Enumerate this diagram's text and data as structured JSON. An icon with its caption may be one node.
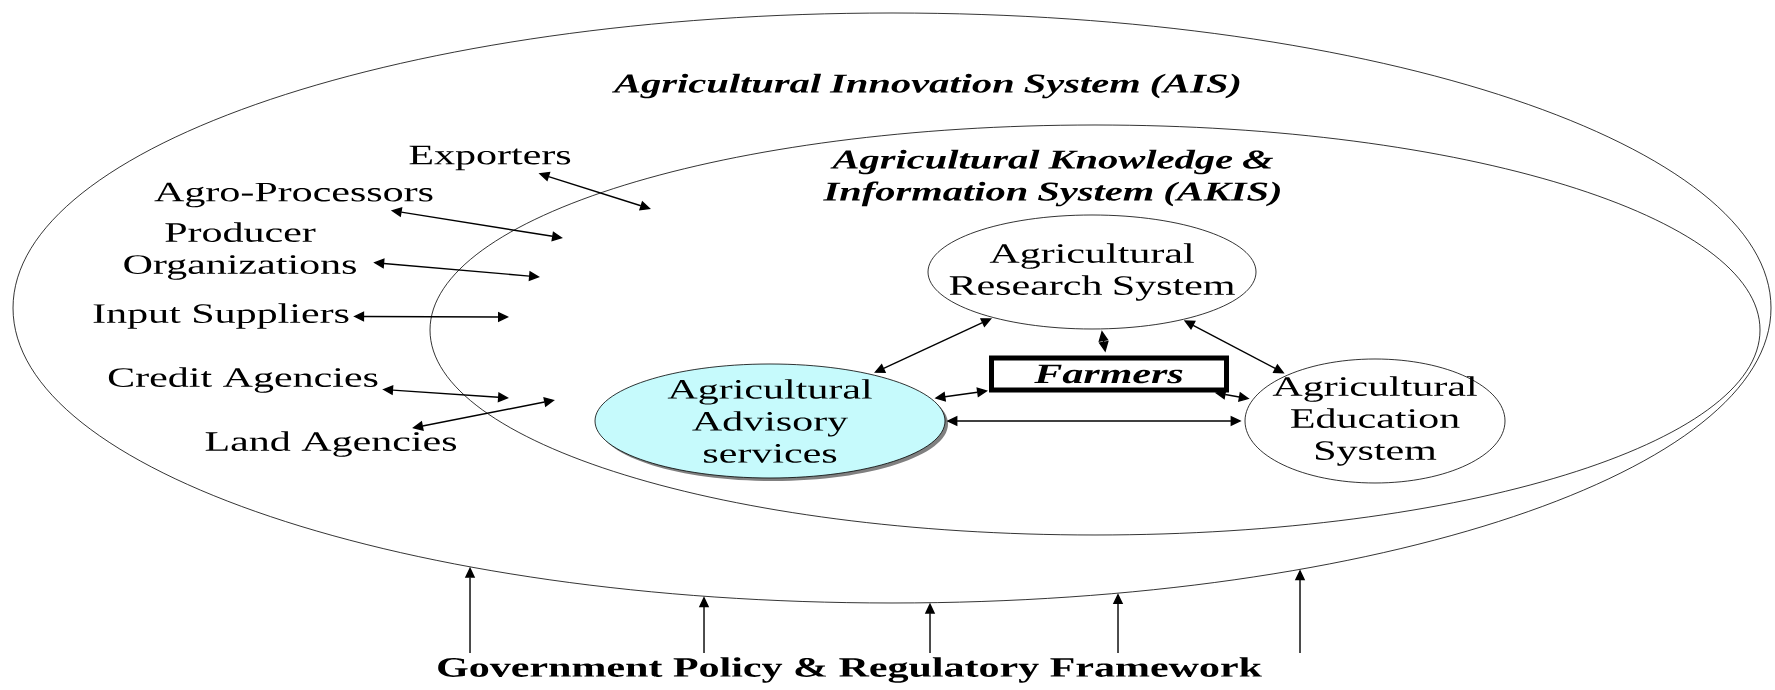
{
  "diagram": {
    "nodes": [
      {
        "text": [
          "Agricultural Innovation System (AIS)"
        ]
      },
      {
        "text": [
          "Agricultural Knowledge & Information System (AKIS)"
        ],
        "in": 0
      },
      {
        "text": [
          "Agricultural Research System"
        ],
        "in": 1
      },
      {
        "text": [
          "Farmers"
        ],
        "in": 1
      },
      {
        "text": [
          "Agricultural Advisory services"
        ],
        "in": 1
      },
      {
        "text": [
          "Agricultural Education System"
        ],
        "in": 1
      },
      {
        "text": [
          "Exporters"
        ],
        "in": 0
      },
      {
        "text": [
          "Agro-Processors"
        ],
        "in": 0
      },
      {
        "text": [
          "Producer Organizations"
        ],
        "in": 0
      },
      {
        "text": [
          "Input Suppliers"
        ],
        "in": 0
      },
      {
        "text": [
          "Credit Agencies"
        ],
        "in": 0
      },
      {
        "text": [
          "Land Agencies"
        ],
        "in": 0
      },
      {
        "text": [
          "Government Policy & Regulatory Framework"
        ]
      }
    ],
    "edges": [
      {
        "from": 2,
        "to": 4,
        "arrow": "both"
      },
      {
        "from": 2,
        "to": 3,
        "arrow": "both"
      },
      {
        "from": 2,
        "to": 5,
        "arrow": "both"
      },
      {
        "from": 3,
        "to": 4,
        "arrow": "both"
      },
      {
        "from": 3,
        "to": 5,
        "arrow": "both"
      },
      {
        "from": 4,
        "to": 5,
        "arrow": "both"
      },
      {
        "from": 6,
        "to": 1,
        "arrow": "both"
      },
      {
        "from": 7,
        "to": 1,
        "arrow": "both"
      },
      {
        "from": 8,
        "to": 1,
        "arrow": "both"
      },
      {
        "from": 9,
        "to": 1,
        "arrow": "both"
      },
      {
        "from": 10,
        "to": 1,
        "arrow": "both"
      },
      {
        "from": 11,
        "to": 1,
        "arrow": "both"
      },
      {
        "from": 12,
        "to": 0,
        "arrow": "to"
      },
      {
        "from": 12,
        "to": 0,
        "arrow": "to"
      },
      {
        "from": 12,
        "to": 0,
        "arrow": "to"
      },
      {
        "from": 12,
        "to": 0,
        "arrow": "to"
      },
      {
        "from": 12,
        "to": 0,
        "arrow": "to"
      }
    ]
  }
}
